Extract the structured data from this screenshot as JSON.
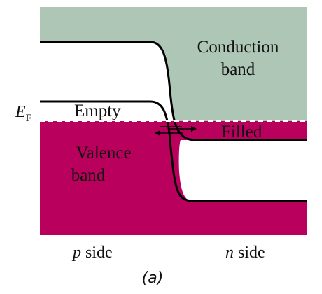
{
  "figure": {
    "fermi_label": "E",
    "fermi_subscript": "F",
    "conduction_line1": "Conduction",
    "conduction_line2": "band",
    "valence_line1": "Valence",
    "valence_line2": "band",
    "empty_label": "Empty",
    "filled_label": "Filled",
    "p_side_letter": "p",
    "n_side_letter": "n",
    "side_word": "side",
    "caption": "(a)"
  },
  "colors": {
    "conduction_band": "#adc6b6",
    "valence_band": "#b8005c",
    "band_edge": "#000000",
    "fermi_line": "#ffffff",
    "background": "#ffffff"
  }
}
